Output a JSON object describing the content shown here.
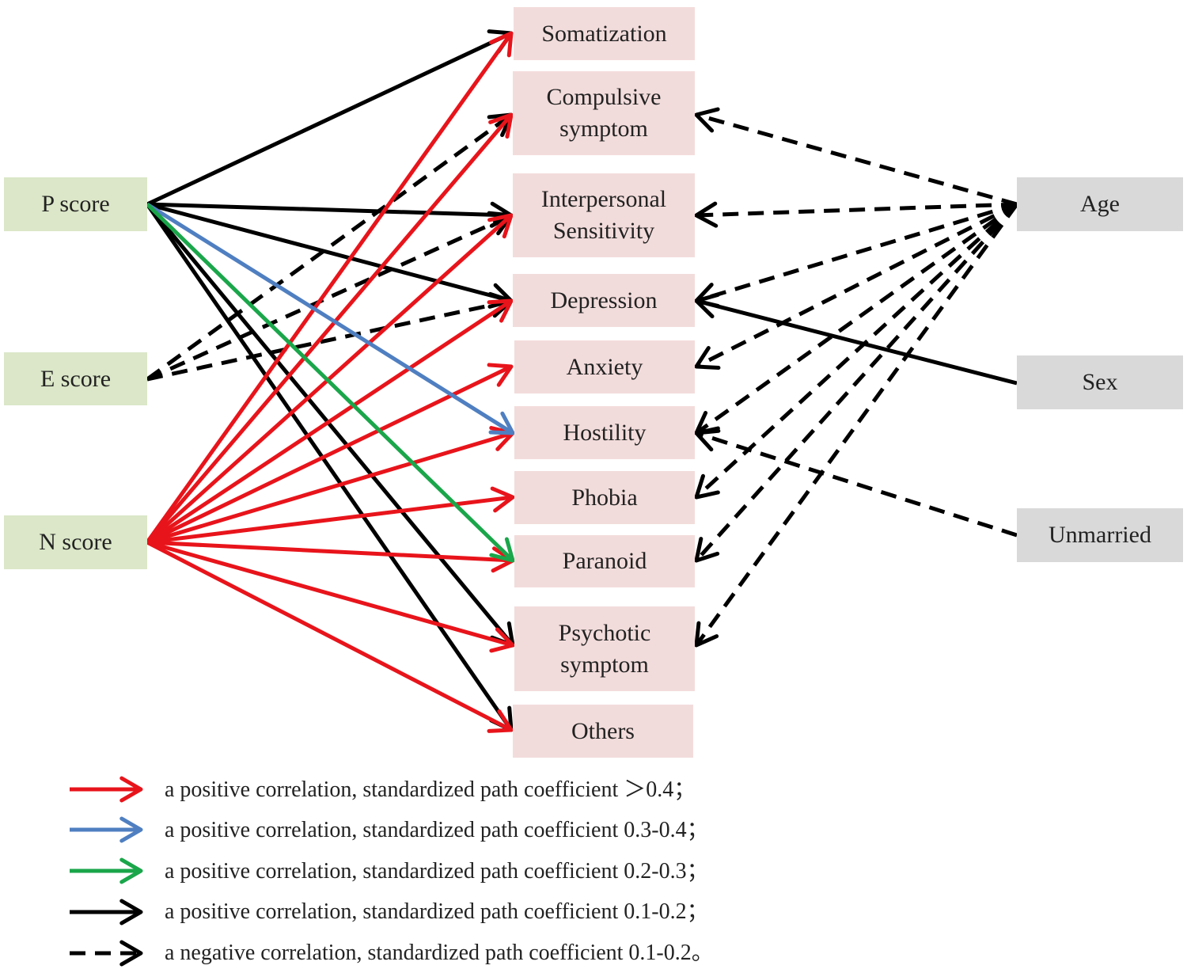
{
  "nodes": {
    "p_score": "P score",
    "e_score": "E score",
    "n_score": "N score",
    "somatization": "Somatization",
    "compulsive": "Compulsive\nsymptom",
    "interpersonal": "Interpersonal\nSensitivity",
    "depression": "Depression",
    "anxiety": "Anxiety",
    "hostility": "Hostility",
    "phobia": "Phobia",
    "paranoid": "Paranoid",
    "psychotic": "Psychotic\nsymptom",
    "others": "Others",
    "age": "Age",
    "sex": "Sex",
    "unmarried": "Unmarried"
  },
  "colors": {
    "red": "#e8141b",
    "blue": "#4f7fc1",
    "green": "#1aa64a",
    "black": "#000000"
  },
  "edges": [
    {
      "from": "p_score",
      "to": "somatization",
      "style": "black"
    },
    {
      "from": "p_score",
      "to": "interpersonal",
      "style": "black"
    },
    {
      "from": "p_score",
      "to": "depression",
      "style": "black"
    },
    {
      "from": "p_score",
      "to": "hostility",
      "style": "blue"
    },
    {
      "from": "p_score",
      "to": "paranoid",
      "style": "green"
    },
    {
      "from": "p_score",
      "to": "psychotic",
      "style": "black"
    },
    {
      "from": "p_score",
      "to": "others",
      "style": "black"
    },
    {
      "from": "e_score",
      "to": "compulsive",
      "style": "dashed"
    },
    {
      "from": "e_score",
      "to": "interpersonal",
      "style": "dashed"
    },
    {
      "from": "e_score",
      "to": "depression",
      "style": "dashed"
    },
    {
      "from": "n_score",
      "to": "somatization",
      "style": "red"
    },
    {
      "from": "n_score",
      "to": "compulsive",
      "style": "red"
    },
    {
      "from": "n_score",
      "to": "interpersonal",
      "style": "red"
    },
    {
      "from": "n_score",
      "to": "depression",
      "style": "red"
    },
    {
      "from": "n_score",
      "to": "anxiety",
      "style": "red"
    },
    {
      "from": "n_score",
      "to": "hostility",
      "style": "red"
    },
    {
      "from": "n_score",
      "to": "phobia",
      "style": "red"
    },
    {
      "from": "n_score",
      "to": "paranoid",
      "style": "red"
    },
    {
      "from": "n_score",
      "to": "psychotic",
      "style": "red"
    },
    {
      "from": "n_score",
      "to": "others",
      "style": "red"
    },
    {
      "from": "age",
      "to": "compulsive",
      "style": "dashed"
    },
    {
      "from": "age",
      "to": "interpersonal",
      "style": "dashed"
    },
    {
      "from": "age",
      "to": "depression",
      "style": "dashed"
    },
    {
      "from": "age",
      "to": "anxiety",
      "style": "dashed"
    },
    {
      "from": "age",
      "to": "hostility",
      "style": "dashed"
    },
    {
      "from": "age",
      "to": "phobia",
      "style": "dashed"
    },
    {
      "from": "age",
      "to": "paranoid",
      "style": "dashed"
    },
    {
      "from": "age",
      "to": "psychotic",
      "style": "dashed"
    },
    {
      "from": "sex",
      "to": "depression",
      "style": "black"
    },
    {
      "from": "unmarried",
      "to": "hostility",
      "style": "dashed"
    }
  ],
  "legend": [
    {
      "style": "red",
      "text": "a positive correlation, standardized path coefficient ＞0.4；"
    },
    {
      "style": "blue",
      "text": "a positive correlation, standardized path coefficient 0.3-0.4；"
    },
    {
      "style": "green",
      "text": "a positive correlation, standardized path coefficient 0.2-0.3；"
    },
    {
      "style": "black",
      "text": "a positive correlation, standardized path coefficient 0.1-0.2；"
    },
    {
      "style": "dashed",
      "text": "a negative correlation, standardized path coefficient 0.1-0.2。"
    }
  ]
}
